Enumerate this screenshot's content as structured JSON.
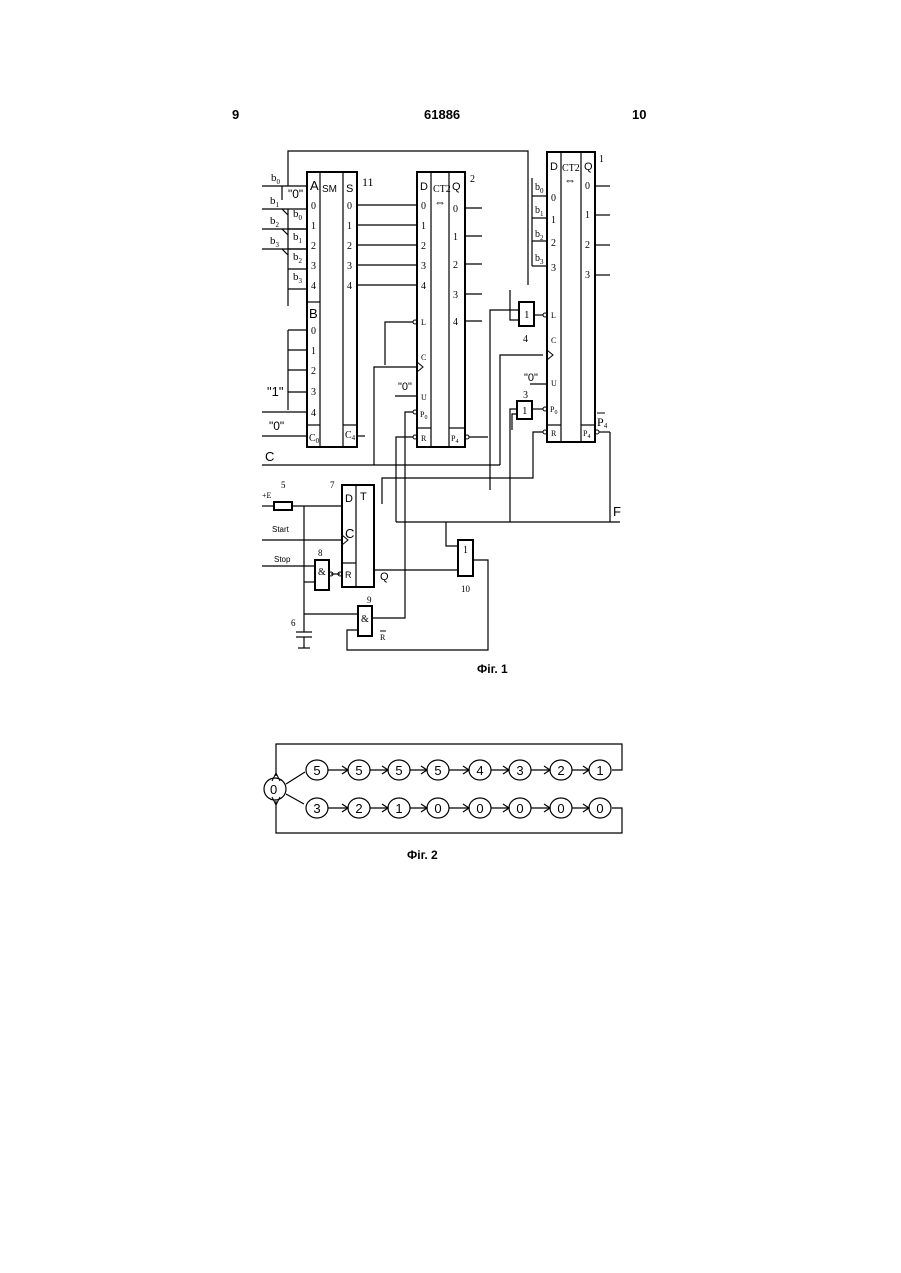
{
  "header": {
    "left": "9",
    "center": "61886",
    "right": "10"
  },
  "fig1": {
    "caption": "Фіг. 1",
    "block11": {
      "ref": "11",
      "a_label": "A",
      "sm_label": "SM",
      "s_label": "S",
      "b_label": "B",
      "c0_label": "C",
      "c0_sub": "0",
      "c4_label": "C",
      "c4_sub": "4",
      "a_pins": [
        "0",
        "1",
        "2",
        "3",
        "4"
      ],
      "b_pins": [
        "0",
        "1",
        "2",
        "3",
        "4"
      ],
      "s_pins": [
        "0",
        "1",
        "2",
        "3",
        "4"
      ],
      "a_inputs": [
        {
          "main": "b",
          "sub": "0"
        },
        {
          "main": "b",
          "sub": "1"
        },
        {
          "main": "b",
          "sub": "2"
        },
        {
          "main": "b",
          "sub": "3"
        }
      ],
      "a_inputs_shifted": [
        {
          "main": "b",
          "sub": "0"
        },
        {
          "main": "b",
          "sub": "1"
        },
        {
          "main": "b",
          "sub": "2"
        },
        {
          "main": "b",
          "sub": "3"
        }
      ],
      "zero_label": "\"0\"",
      "one_label": "\"1\"",
      "carry_zero_label": "\"0\""
    },
    "block2": {
      "ref": "2",
      "d_label": "D",
      "ct_label": "CT2",
      "arrow": "⇔",
      "q_label": "Q",
      "d_pins": [
        "0",
        "1",
        "2",
        "3",
        "4"
      ],
      "q_pins": [
        "0",
        "1",
        "2",
        "3",
        "4"
      ],
      "l_label": "L",
      "c_label": "C",
      "u_label": "U",
      "p0_label": "P",
      "p0_sub": "0",
      "r_label": "R",
      "p4_label": "P",
      "p4_sub": "4",
      "u_input": "\"0\""
    },
    "block1": {
      "ref": "1",
      "d_label": "D",
      "ct_label": "CT2",
      "arrow": "⇔",
      "q_label": "Q",
      "d_pins": [
        "0",
        "1",
        "2",
        "3"
      ],
      "q_pins": [
        "0",
        "1",
        "2",
        "3"
      ],
      "d_inputs": [
        {
          "main": "b",
          "sub": "0"
        },
        {
          "main": "b",
          "sub": "1"
        },
        {
          "main": "b",
          "sub": "2"
        },
        {
          "main": "b",
          "sub": "3"
        }
      ],
      "l_label": "L",
      "c_label": "C",
      "u_label": "U",
      "p0_label": "P",
      "p0_sub": "0",
      "r_label": "R",
      "p4_label": "P",
      "p4_sub": "4",
      "u_input": "\"0\"",
      "p4_out_label": "P",
      "p4_out_sub": "4"
    },
    "gate4": {
      "symbol": "1",
      "ref": "4"
    },
    "gate3": {
      "symbol": "1",
      "ref": "3"
    },
    "signal_c": "C",
    "signal_f": "F",
    "resistor": {
      "ref": "5",
      "supply": "+E"
    },
    "capacitor": {
      "ref": "6"
    },
    "trigger7": {
      "ref": "7",
      "d_label": "D",
      "t_label": "T",
      "c_label": "C",
      "r_label": "R",
      "q_out": "Q"
    },
    "gate8": {
      "symbol": "&",
      "ref": "8"
    },
    "gate9": {
      "symbol": "&",
      "ref": "9",
      "out_label": "R"
    },
    "gate10": {
      "symbol": "1",
      "ref": "10"
    },
    "start_label": "Start",
    "stop_label": "Stop"
  },
  "fig2": {
    "caption": "Фіг. 2",
    "origin": "0",
    "top_row": [
      "5",
      "5",
      "5",
      "5",
      "4",
      "3",
      "2",
      "1"
    ],
    "bottom_row": [
      "3",
      "2",
      "1",
      "0",
      "0",
      "0",
      "0",
      "0"
    ]
  }
}
